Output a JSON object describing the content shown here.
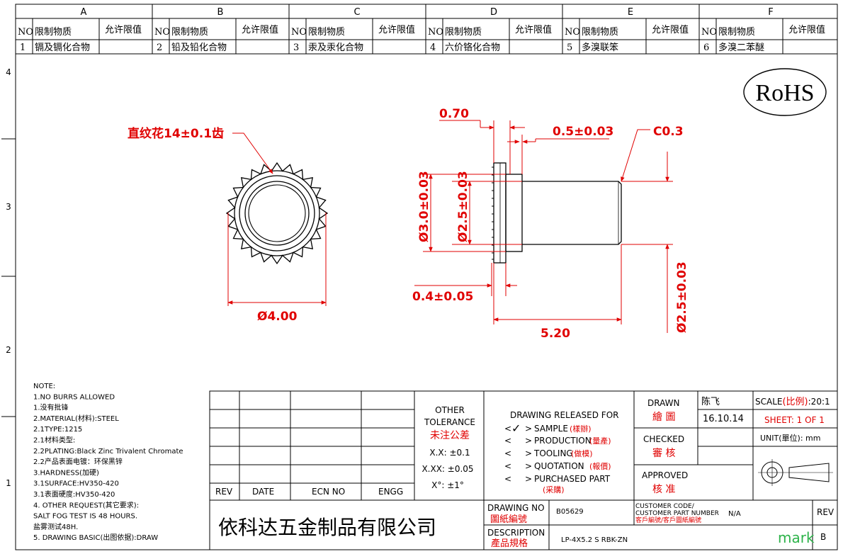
{
  "colors": {
    "dim": "#e00000",
    "line": "#000000",
    "mark": "#2db34a"
  },
  "grid": {
    "cols": [
      "A",
      "B",
      "C",
      "D",
      "E",
      "F"
    ],
    "rows": [
      "4",
      "3",
      "2",
      "1"
    ],
    "h_no": "NO",
    "h_sub": "限制物质",
    "h_lim": "允许限值",
    "items": [
      {
        "no": "1",
        "sub": "镉及镉化合物"
      },
      {
        "no": "2",
        "sub": "铅及铅化合物"
      },
      {
        "no": "3",
        "sub": "汞及汞化合物"
      },
      {
        "no": "4",
        "sub": "六价铬化合物"
      },
      {
        "no": "5",
        "sub": "多溴联笨"
      },
      {
        "no": "6",
        "sub": "多溴二苯醚"
      }
    ]
  },
  "rohs": "RoHS",
  "dims": {
    "knurl": "直纹花14±0.1齿",
    "d400": "Ø4.00",
    "w070": "0.70",
    "w05": "0.5±0.03",
    "c03": "C0.3",
    "d30": "Ø3.0±0.03",
    "d25a": "Ø2.5±0.03",
    "w04": "0.4±0.05",
    "l520": "5.20",
    "d25b": "Ø2.5±0.03"
  },
  "notes": [
    "NOTE:",
    "1.NO BURRS ALLOWED",
    "1.没有批锋",
    "2.MATERIAL(材料):STEEL",
    "2.1TYPE:1215",
    "2.1材料类型:",
    "2.2PLATING:Black Zinc Trivalent Chromate",
    "2.2产品表面电镀：环保黑锌",
    "3.HARDNESS(加硬)",
    "3.1SURFACE:HV350-420",
    "3.1表面硬度:HV350-420",
    "4. OTHER REQUEST(其它要求):",
    "SALT FOG TEST IS 48 HOURS.",
    "盐雾测试48H.",
    "5. DRAWING BASIC(出图依据):DRAW"
  ],
  "title": {
    "rev": "REV",
    "date": "DATE",
    "ecn": "ECN NO",
    "engg": "ENGG",
    "tol1": "OTHER",
    "tol2": "TOLERANCE",
    "tol3": "未注公差",
    "tolx": "X.X: ±0.1",
    "tolxx": "X.XX: ±0.05",
    "tolang": "X°: ±1°",
    "rel": "DRAWING RELEASED FOR",
    "o_sample": "SAMPLE",
    "o_sample_cn": "(樣辦)",
    "o_prod": "PRODUCTION",
    "o_prod_cn": "(量產)",
    "o_tool": "TOOLING",
    "o_tool_cn": "(做模)",
    "o_quote": "QUOTATION",
    "o_quote_cn": "(報價)",
    "o_purch": "PURCHASED PART",
    "o_purch_cn": "(采購)",
    "drawn": "DRAWN",
    "drawn_cn": "繪 圖",
    "drawer": "陈飞",
    "date_val": "16.10.14",
    "checked": "CHECKED",
    "checked_cn": "審 核",
    "approved": "APPROVED",
    "approved_cn": "核 准",
    "scale": "SCALE",
    "scale_cn": "(比例)",
    "scale_val": ":20:1",
    "sheet": "SHEET:  1 OF 1",
    "unit": "UNIT(單位):  mm",
    "company": "依科达五金制品有限公司",
    "dwgno": "DRAWING NO",
    "dwgno_cn": "圖紙編號",
    "dwgno_val": "B05629",
    "cust": "CUSTOMER CODE/",
    "cust2": "CUSTOMER PART NUMBER",
    "cust_cn": "客戶編號/客戶圖紙編號",
    "cust_val": "N/A",
    "revh": "REV",
    "rev_val": "B",
    "desc": "DESCRIPTION",
    "desc_cn": "產品規格",
    "desc_val": "LP-4X5.2 S RBK-ZN",
    "mark": "mark"
  }
}
